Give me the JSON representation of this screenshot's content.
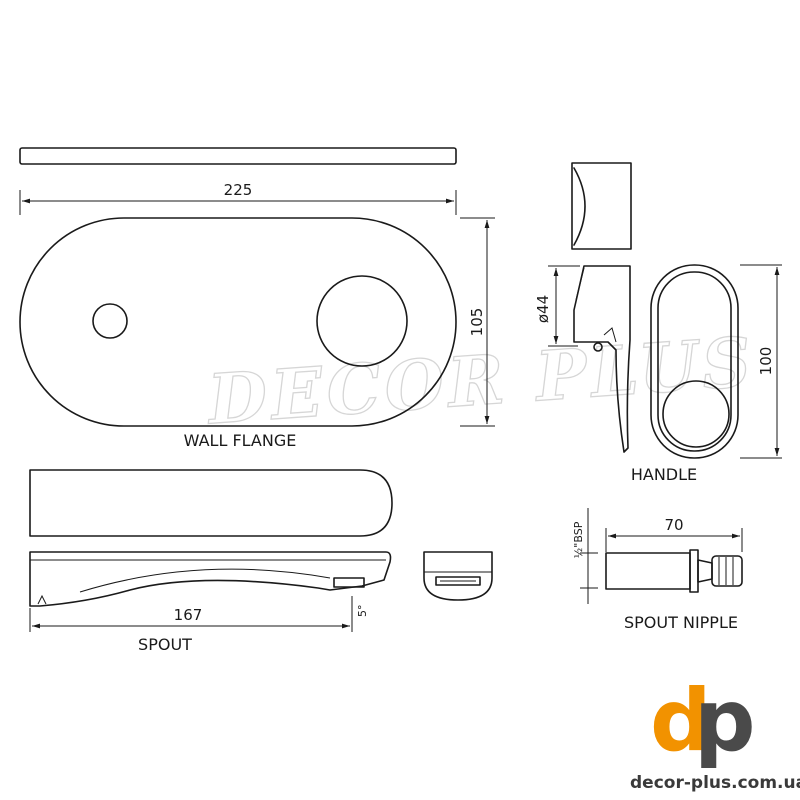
{
  "watermark": "DECOR PLUS",
  "wall_flange": {
    "label": "WALL FLANGE",
    "width_dim": "225",
    "height_dim": "105"
  },
  "handle": {
    "label": "HANDLE",
    "diameter_dim": "ø44",
    "height_dim": "100"
  },
  "spout": {
    "label": "SPOUT",
    "length_dim": "167",
    "angle_dim": "5°"
  },
  "spout_nipple": {
    "label": "SPOUT NIPPLE",
    "length_dim": "70",
    "thread_dim": "½\"BSP"
  },
  "logo": {
    "letter_d": "d",
    "letter_p": "p",
    "url": "decor-plus.com.ua",
    "color_orange": "#f29200",
    "color_gray": "#4a4a4a"
  }
}
